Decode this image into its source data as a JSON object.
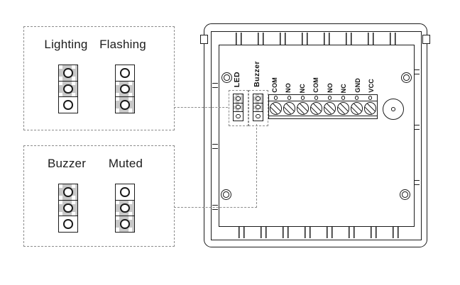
{
  "panel_lighting": {
    "labels": [
      "Lighting",
      "Flashing"
    ],
    "caps": [
      "top",
      "bottom"
    ]
  },
  "panel_buzzer": {
    "labels": [
      "Buzzer",
      "Muted"
    ],
    "caps": [
      "top",
      "bottom"
    ]
  },
  "device": {
    "jumper_labels": [
      "LED",
      "Buzzer"
    ],
    "jumper_caps": [
      "top",
      "top"
    ],
    "terminals": [
      "COM",
      "NO",
      "NC",
      "COM",
      "NO",
      "NC",
      "GND",
      "VCC"
    ]
  },
  "colors": {
    "line": "#1b1b1b",
    "jumper_cap": "#c8c8c8",
    "dashed_gray": "#8c8c8c"
  }
}
